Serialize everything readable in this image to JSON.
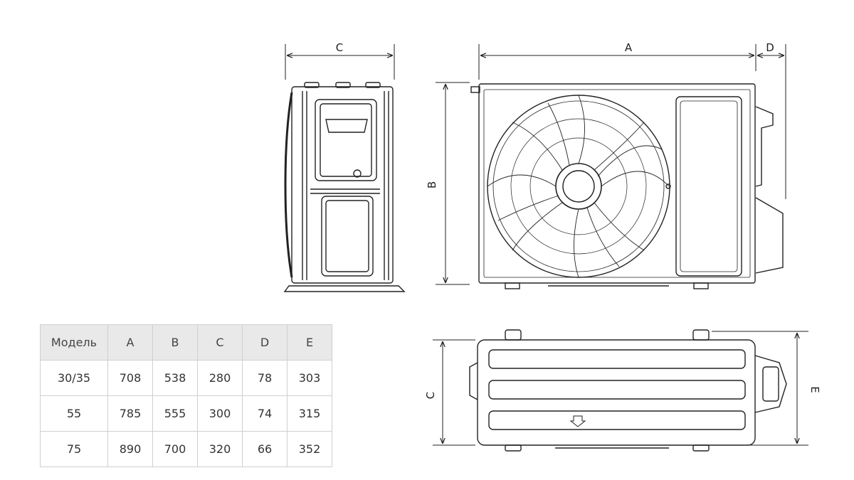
{
  "labels": {
    "side_width": "C",
    "front_width": "A",
    "front_depth": "D",
    "front_height": "B",
    "top_depth": "C",
    "top_total": "E"
  },
  "table": {
    "headers": [
      "Модель",
      "A",
      "B",
      "C",
      "D",
      "E"
    ],
    "rows": [
      [
        "30/35",
        "708",
        "538",
        "280",
        "78",
        "303"
      ],
      [
        "55",
        "785",
        "555",
        "300",
        "74",
        "315"
      ],
      [
        "75",
        "890",
        "700",
        "320",
        "66",
        "352"
      ]
    ]
  }
}
